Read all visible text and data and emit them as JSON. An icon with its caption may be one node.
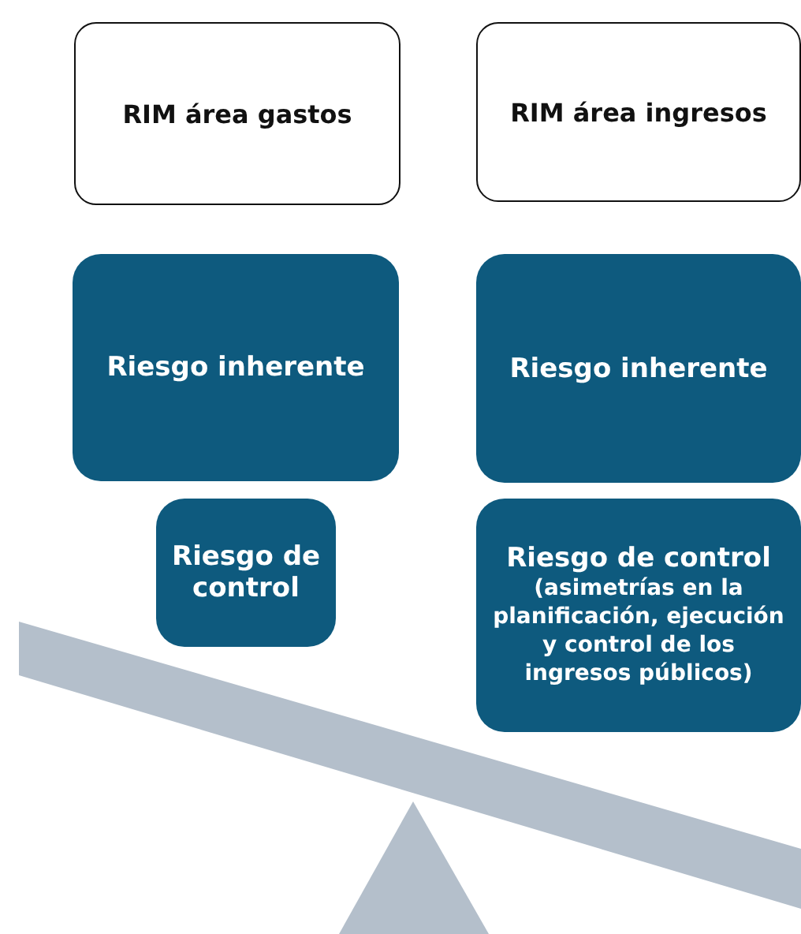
{
  "diagram": {
    "nodes": [
      {
        "text": [
          "RIM área gastos"
        ]
      },
      {
        "text": [
          "RIM área ingresos"
        ]
      },
      {
        "text": [
          "Riesgo inherente"
        ]
      },
      {
        "text": [
          "Riesgo inherente"
        ]
      },
      {
        "text": [
          "Riesgo de control"
        ]
      },
      {
        "text": [
          "Riesgo de control",
          "(asimetrías en la planificación, ejecución y control de los ingresos públicos)"
        ]
      }
    ],
    "edges": []
  }
}
